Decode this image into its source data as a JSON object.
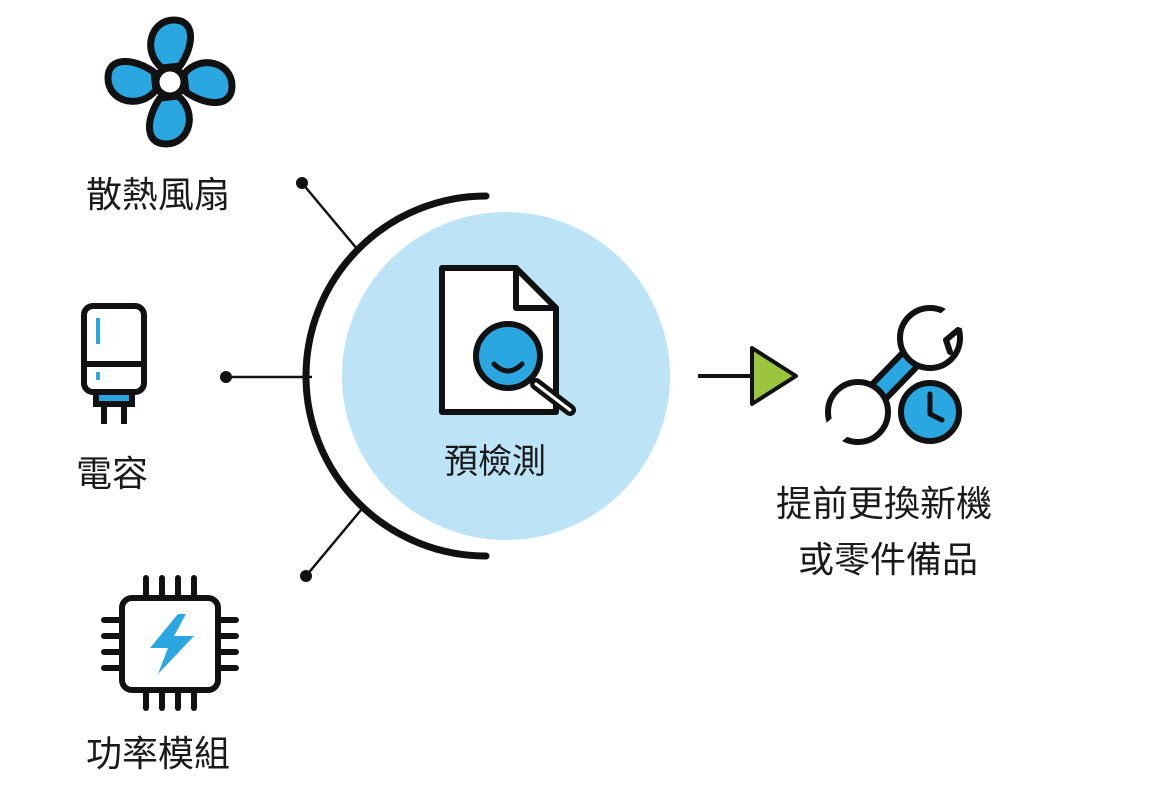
{
  "inputs": [
    {
      "label": "散熱風扇",
      "icon": "fan-icon"
    },
    {
      "label": "電容",
      "icon": "capacitor-icon"
    },
    {
      "label": "功率模組",
      "icon": "power-module-icon"
    }
  ],
  "center": {
    "label": "預檢測",
    "icon": "document-search-icon"
  },
  "result": {
    "line1": "提前更換新機",
    "line2": "或零件備品",
    "icon": "wrench-clock-icon"
  },
  "colors": {
    "accent_blue": "#2aa6e0",
    "light_blue": "#bde3f7",
    "arrow_green": "#9bc53d",
    "stroke": "#111111"
  }
}
